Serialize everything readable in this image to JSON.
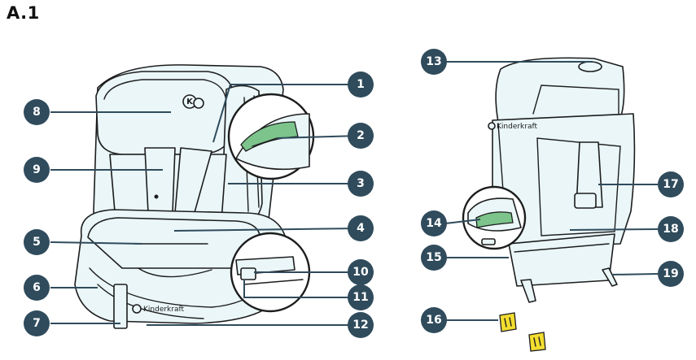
{
  "figure_label": "A.1",
  "brand": "Kinderkraft",
  "logo_text": "K",
  "colors": {
    "badge": "#2f4b5c",
    "seat_fill": "#eaf6f8",
    "highlight_green": "#7cc48b",
    "clip_yellow": "#f2dd30"
  },
  "callouts": [
    "1",
    "2",
    "3",
    "4",
    "5",
    "6",
    "7",
    "8",
    "9",
    "10",
    "11",
    "12",
    "13",
    "14",
    "15",
    "16",
    "17",
    "18",
    "19"
  ]
}
